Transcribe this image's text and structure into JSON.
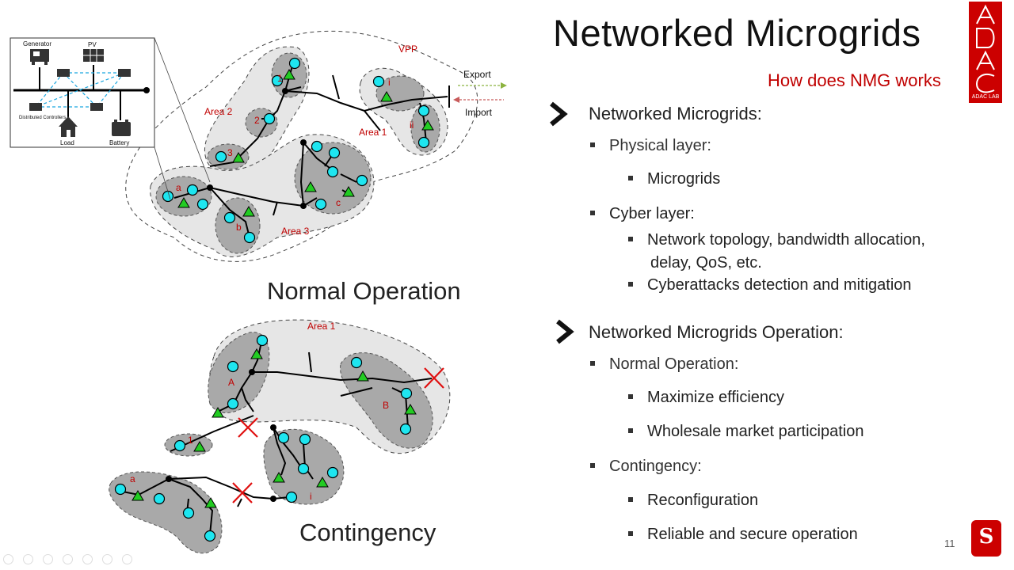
{
  "slide": {
    "title": "Networked Microgrids",
    "subtitle": "How does NMG works",
    "logo_text": "ADAC LAB",
    "page_number": "11",
    "university_mark": "S",
    "bullets": {
      "section1": "Networked Microgrids:",
      "physical": "Physical layer:",
      "microgrids": "Microgrids",
      "cyber": "Cyber layer:",
      "net_topology_1": "Network topology, bandwidth allocation,",
      "net_topology_2": "delay, QoS, etc.",
      "cyberattacks": "Cyberattacks detection and mitigation",
      "section2": "Networked Microgrids Operation:",
      "normal": "Normal Operation:",
      "max_eff": "Maximize efficiency",
      "wholesale": "Wholesale market participation",
      "contingency": "Contingency:",
      "reconfig": "Reconfiguration",
      "reliable": "Reliable and secure operation"
    },
    "captions": {
      "normal": "Normal Operation",
      "contingency": "Contingency"
    }
  },
  "inset": {
    "generator": "Generator",
    "pv": "PV",
    "distributed_controllers": "Distributed Controllers",
    "load": "Load",
    "battery": "Battery"
  },
  "top_diagram": {
    "vpp": "VPP",
    "export": "Export",
    "import": "Import",
    "area1": "Area 1",
    "area2": "Area 2",
    "area3": "Area 3",
    "mg_1": "1",
    "mg_2": "2",
    "mg_3": "3",
    "mg_a": "a",
    "mg_b": "b",
    "mg_c": "c",
    "mg_i": "i",
    "mg_ii": "ii"
  },
  "bottom_diagram": {
    "area1": "Area 1",
    "mg_A": "A",
    "mg_B": "B",
    "mg_1": "1",
    "mg_a": "a",
    "mg_i": "i"
  },
  "colors": {
    "accent_red": "#c00000",
    "node_cyan": "#1ee6f0",
    "gen_green": "#22cc22",
    "mg_fill": "#a9a9a9",
    "area_fill": "#e4e4e4"
  }
}
